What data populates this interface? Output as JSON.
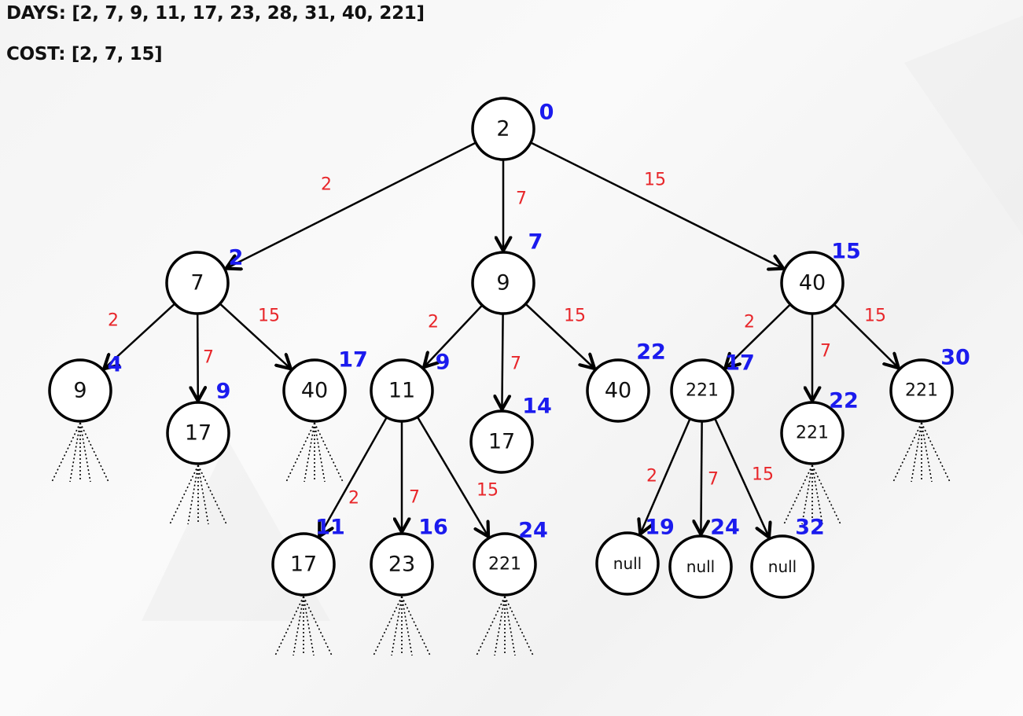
{
  "header": {
    "days": "DAYS: [2, 7, 9, 11, 17, 23, 28, 31, 40, 221]",
    "cost": "COST: [2, 7, 15]"
  },
  "tree": {
    "nodes": [
      {
        "id": "root",
        "label": "2",
        "total": "0"
      },
      {
        "id": "n7",
        "label": "7",
        "total": "2"
      },
      {
        "id": "n9",
        "label": "9",
        "total": "7"
      },
      {
        "id": "n40",
        "label": "40",
        "total": "15"
      },
      {
        "id": "n7_9",
        "label": "9",
        "total": "4"
      },
      {
        "id": "n7_17",
        "label": "17",
        "total": "9"
      },
      {
        "id": "n7_40",
        "label": "40",
        "total": "17"
      },
      {
        "id": "n9_11",
        "label": "11",
        "total": "9"
      },
      {
        "id": "n9_17",
        "label": "17",
        "total": "14"
      },
      {
        "id": "n9_40",
        "label": "40",
        "total": "22"
      },
      {
        "id": "n40_221a",
        "label": "221",
        "total": "17"
      },
      {
        "id": "n40_221b",
        "label": "221",
        "total": "22"
      },
      {
        "id": "n40_221c",
        "label": "221",
        "total": "30"
      },
      {
        "id": "n11_17",
        "label": "17",
        "total": "11"
      },
      {
        "id": "n11_23",
        "label": "23",
        "total": "16"
      },
      {
        "id": "n11_221",
        "label": "221",
        "total": "24"
      },
      {
        "id": "null1",
        "label": "null",
        "total": "19"
      },
      {
        "id": "null2",
        "label": "null",
        "total": "24"
      },
      {
        "id": "null3",
        "label": "null",
        "total": "32"
      }
    ],
    "edges": [
      {
        "from": "root",
        "to": "n7",
        "cost": "2"
      },
      {
        "from": "root",
        "to": "n9",
        "cost": "7"
      },
      {
        "from": "root",
        "to": "n40",
        "cost": "15"
      },
      {
        "from": "n7",
        "to": "n7_9",
        "cost": "2"
      },
      {
        "from": "n7",
        "to": "n7_17",
        "cost": "7"
      },
      {
        "from": "n7",
        "to": "n7_40",
        "cost": "15"
      },
      {
        "from": "n9",
        "to": "n9_11",
        "cost": "2"
      },
      {
        "from": "n9",
        "to": "n9_17",
        "cost": "7"
      },
      {
        "from": "n9",
        "to": "n9_40",
        "cost": "15"
      },
      {
        "from": "n40",
        "to": "n40_221a",
        "cost": "2"
      },
      {
        "from": "n40",
        "to": "n40_221b",
        "cost": "7"
      },
      {
        "from": "n40",
        "to": "n40_221c",
        "cost": "15"
      },
      {
        "from": "n9_11",
        "to": "n11_17",
        "cost": "2"
      },
      {
        "from": "n9_11",
        "to": "n11_23",
        "cost": "7"
      },
      {
        "from": "n9_11",
        "to": "n11_221",
        "cost": "15"
      },
      {
        "from": "n40_221a",
        "to": "null1",
        "cost": "2"
      },
      {
        "from": "n40_221a",
        "to": "null2",
        "cost": "7"
      },
      {
        "from": "n40_221a",
        "to": "null3",
        "cost": "15"
      }
    ],
    "expandable_nodes": [
      "n7_9",
      "n7_17",
      "n7_40",
      "n40_221b",
      "n40_221c",
      "n11_17",
      "n11_23",
      "n11_221"
    ],
    "colors": {
      "edge_cost": "#e8262a",
      "total_cost": "#1b1bee",
      "node_stroke": "#000000"
    }
  }
}
